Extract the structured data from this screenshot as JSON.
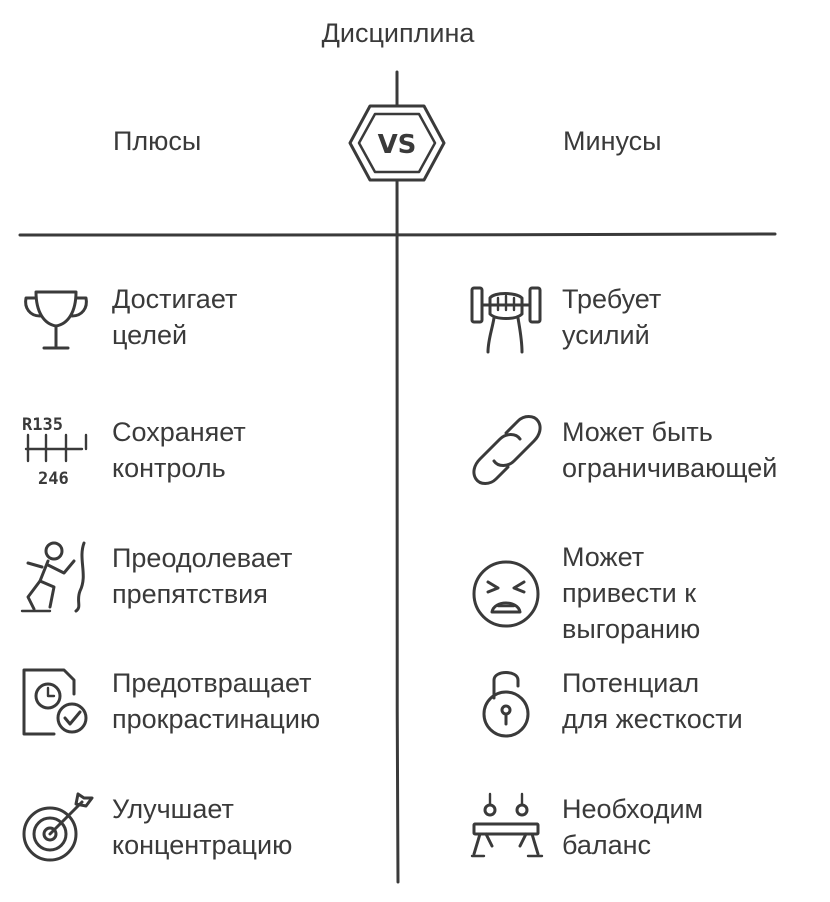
{
  "title": "Дисциплина",
  "vs_label": "VS",
  "pros": {
    "heading": "Плюсы",
    "items": [
      {
        "icon": "trophy-icon",
        "label": "Достигает\nцелей"
      },
      {
        "icon": "gear-shift-icon",
        "label": "Сохраняет\nконтроль",
        "icon_text_top": "R135",
        "icon_text_bottom": "246"
      },
      {
        "icon": "climber-icon",
        "label": "Преодолевает\nпрепятствия"
      },
      {
        "icon": "clock-check-icon",
        "label": "Предотвращает\nпрокрастинацию"
      },
      {
        "icon": "target-arrow-icon",
        "label": "Улучшает\nконцентрацию"
      }
    ]
  },
  "cons": {
    "heading": "Минусы",
    "items": [
      {
        "icon": "dumbbell-icon",
        "label": "Требует\nусилий"
      },
      {
        "icon": "chain-link-icon",
        "label": "Может быть\nограничивающей"
      },
      {
        "icon": "stressed-face-icon",
        "label": "Может\nпривести к\nвыгоранию"
      },
      {
        "icon": "padlock-icon",
        "label": "Потенциал\nдля жесткости"
      },
      {
        "icon": "balance-beam-icon",
        "label": "Необходим\nбаланс"
      }
    ]
  },
  "colors": {
    "ink": "#3a3a3a",
    "background": "#ffffff"
  }
}
